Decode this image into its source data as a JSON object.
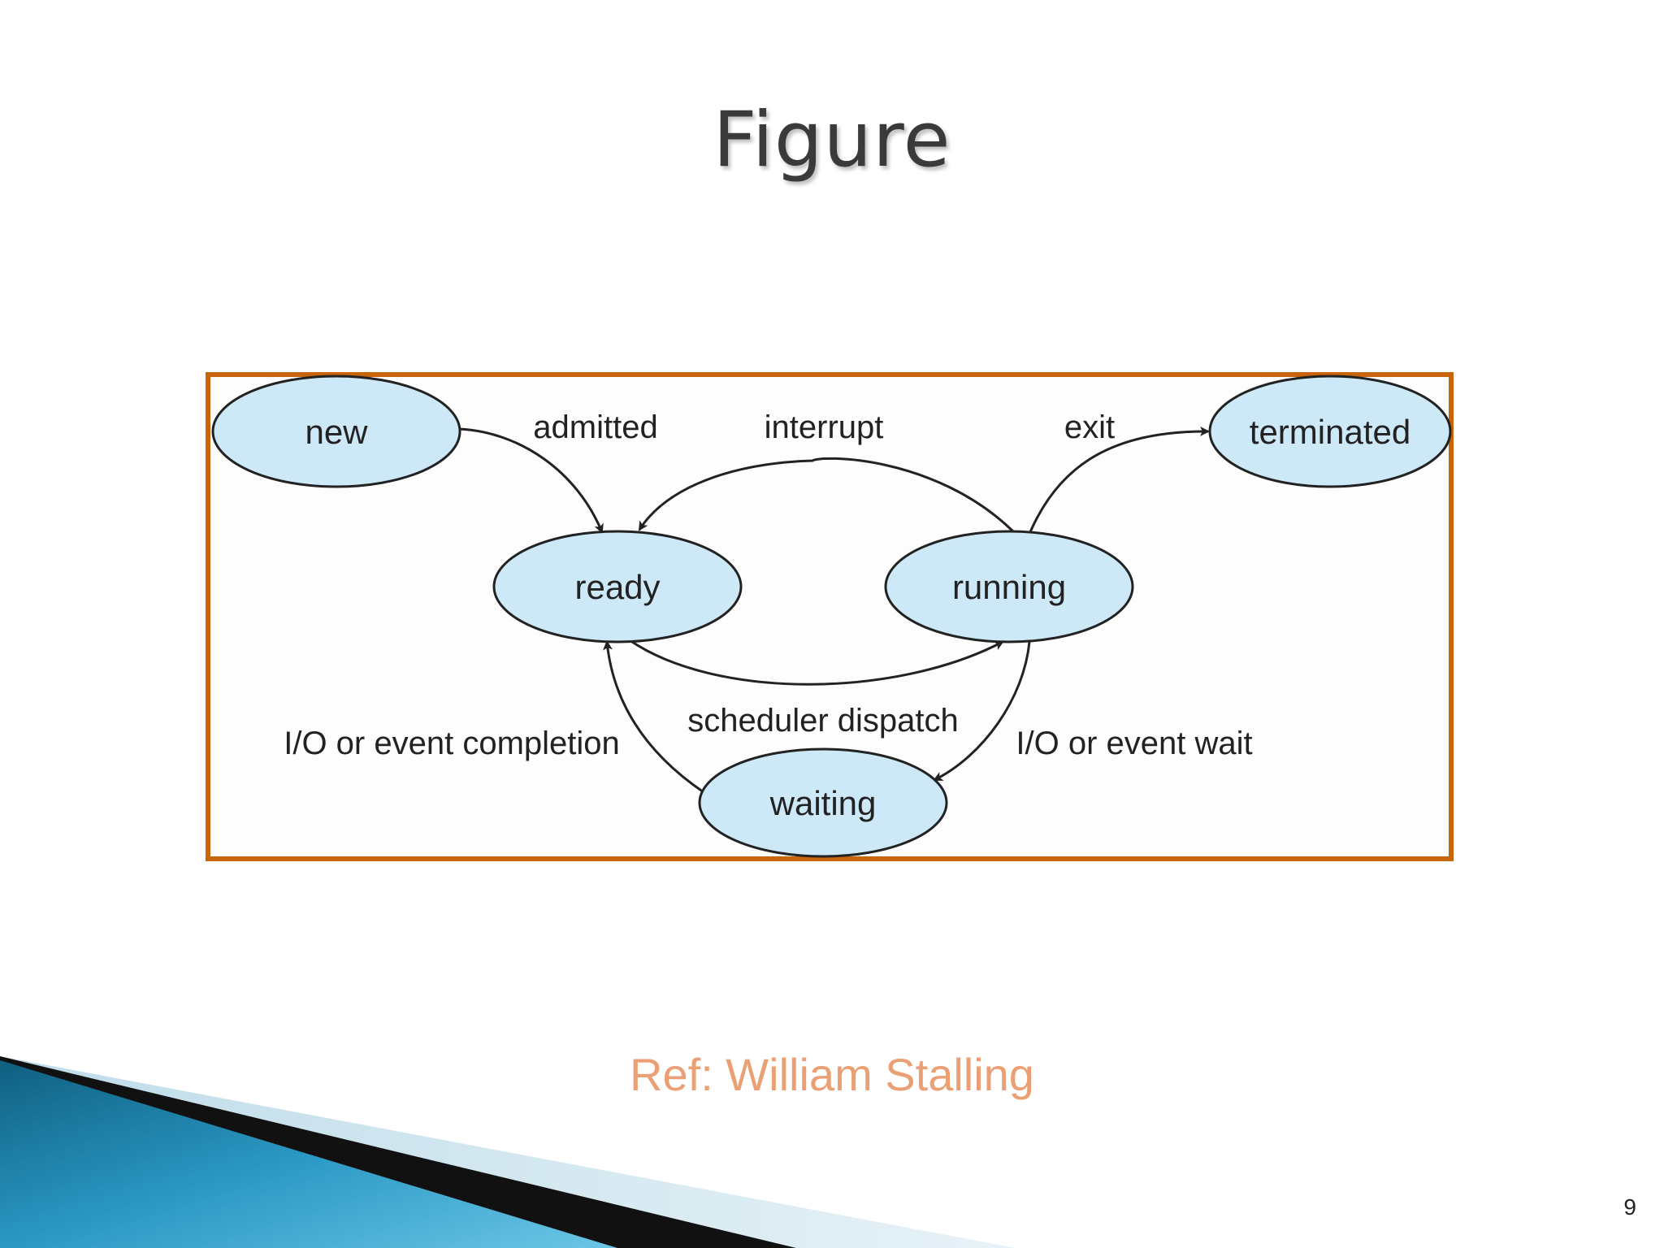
{
  "slide": {
    "title": "Figure",
    "reference": "Ref: William Stalling",
    "page_number": "9"
  },
  "diagram": {
    "states": {
      "new": "new",
      "ready": "ready",
      "running": "running",
      "waiting": "waiting",
      "terminated": "terminated"
    },
    "transitions": {
      "admitted": "admitted",
      "interrupt": "interrupt",
      "exit": "exit",
      "scheduler_dispatch": "scheduler dispatch",
      "io_event_completion": "I/O or event completion",
      "io_event_wait": "I/O or event wait"
    }
  },
  "colors": {
    "frame_border": "#c8650a",
    "state_fill": "#cde9f8",
    "reference_text": "#eaa074",
    "arrow": "#222222",
    "accent_teal": "#1a7fa6"
  }
}
